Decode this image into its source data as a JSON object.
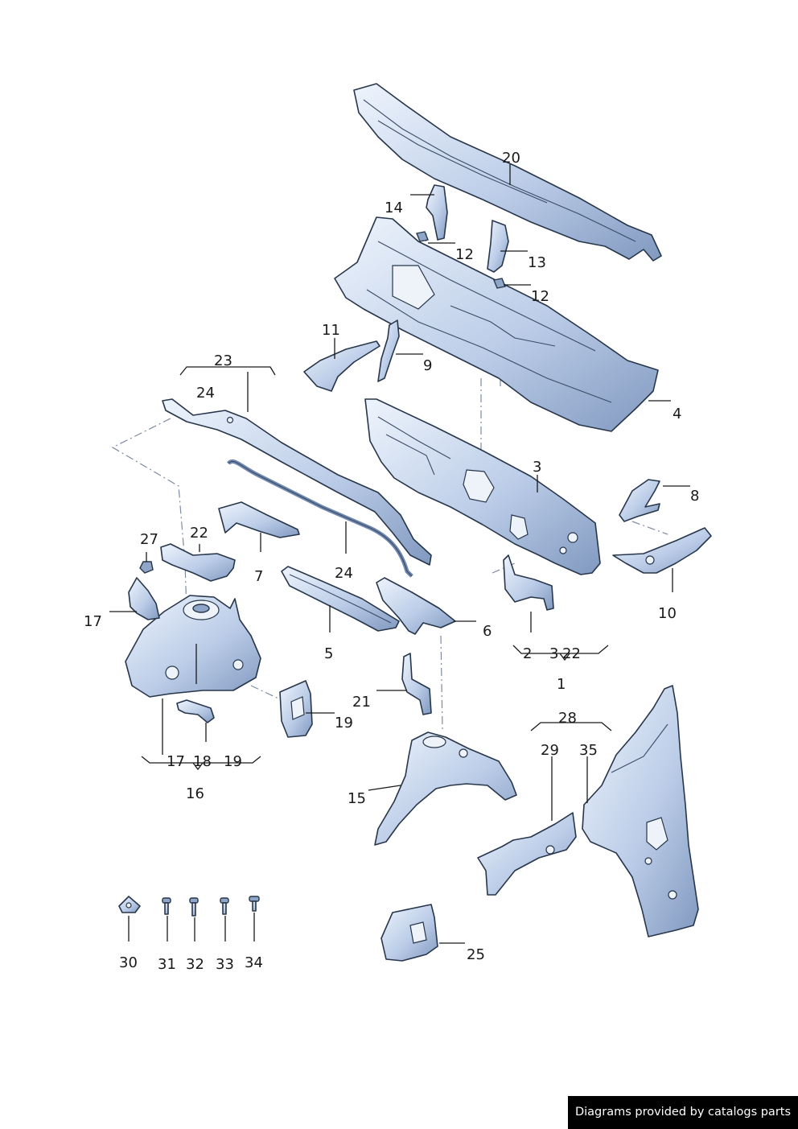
{
  "labels": {
    "l1": "1",
    "l2": "2",
    "l3": "3",
    "l3b": "3",
    "l4": "4",
    "l5": "5",
    "l6": "6",
    "l7": "7",
    "l8": "8",
    "l9": "9",
    "l10": "10",
    "l11": "11",
    "l12a": "12",
    "l12b": "12",
    "l13": "13",
    "l14": "14",
    "l15": "15",
    "l16": "16",
    "l17a": "17",
    "l17b": "17",
    "l18": "18",
    "l19a": "19",
    "l19b": "19",
    "l20": "20",
    "l21": "21",
    "l22a": "22",
    "l22b": "22",
    "l23": "23",
    "l24a": "24",
    "l24b": "24",
    "l25": "25",
    "l27": "27",
    "l28": "28",
    "l29": "29",
    "l30": "30",
    "l31": "31",
    "l32": "32",
    "l33": "33",
    "l34": "34",
    "l35": "35"
  },
  "footer": {
    "credit": "Diagrams provided by catalogs parts"
  },
  "colors": {
    "metal_light": "#e9f0fa",
    "metal_mid": "#b9cbe6",
    "metal_dark": "#7f97bd",
    "outline": "#27364a"
  }
}
